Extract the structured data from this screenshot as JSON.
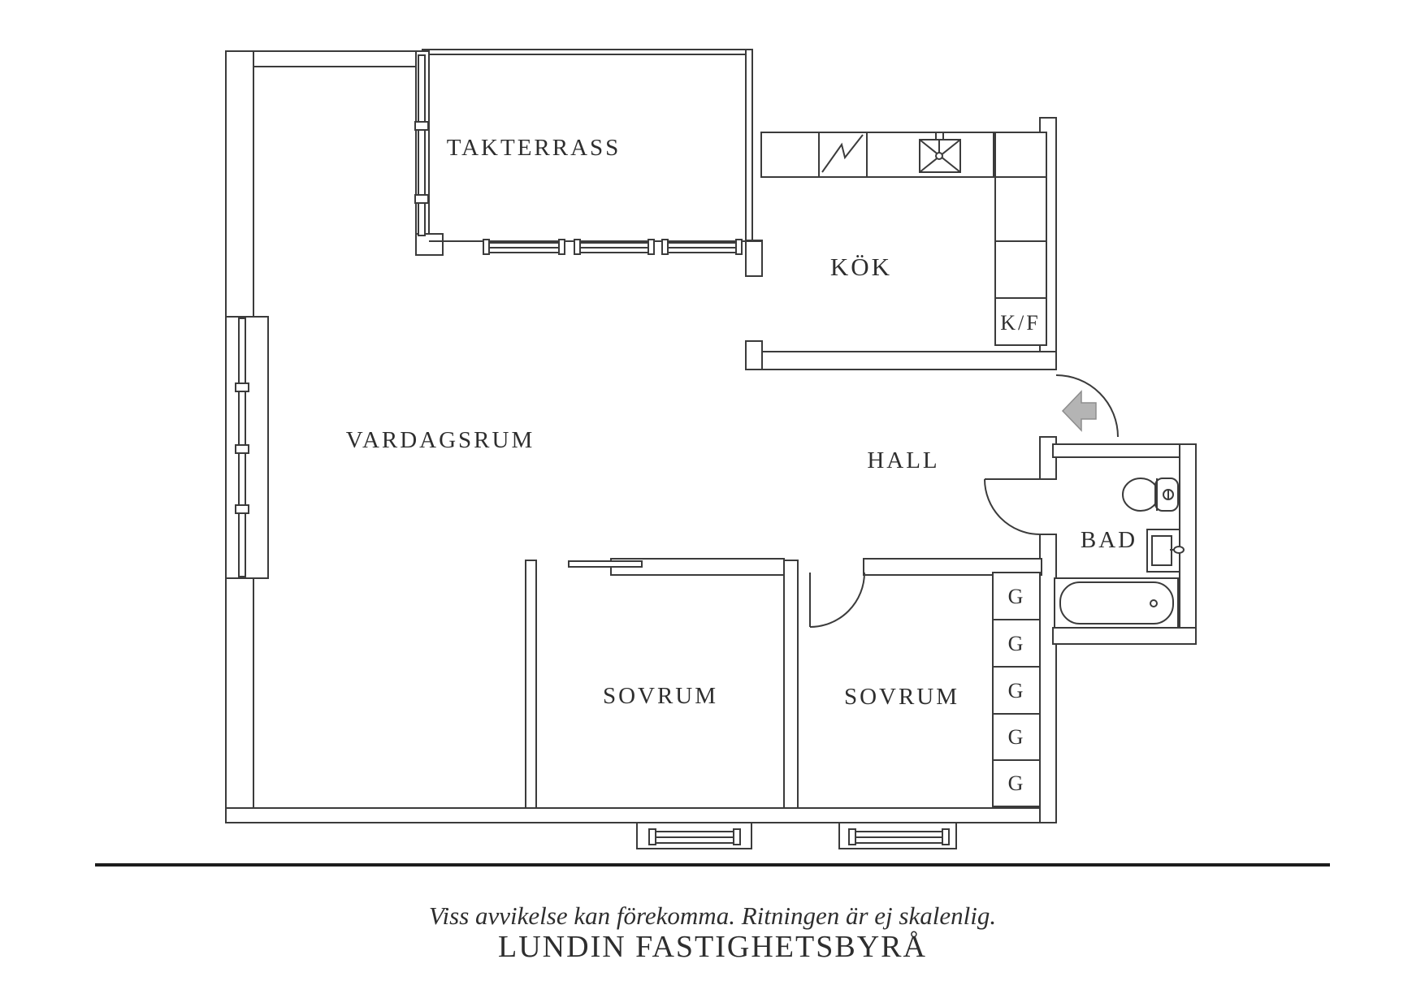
{
  "page": {
    "background": "#ffffff",
    "line_color": "#3b3b3b",
    "arrow_color": "#b4b4b4"
  },
  "labels": {
    "terrace": "TAKTERRASS",
    "kitchen": "KÖK",
    "fridge_freezer": "K/F",
    "living_room": "VARDAGSRUM",
    "hall": "HALL",
    "bathroom": "BAD",
    "bedroom_left": "SOVRUM",
    "bedroom_right": "SOVRUM"
  },
  "closets": {
    "items": [
      {
        "label": "G"
      },
      {
        "label": "G"
      },
      {
        "label": "G"
      },
      {
        "label": "G"
      },
      {
        "label": "G"
      }
    ]
  },
  "footer": {
    "disclaimer": "Viss avvikelse kan förekomma. Ritningen är ej skalenlig.",
    "agency": "LUNDIN FASTIGHETSBYRÅ"
  }
}
